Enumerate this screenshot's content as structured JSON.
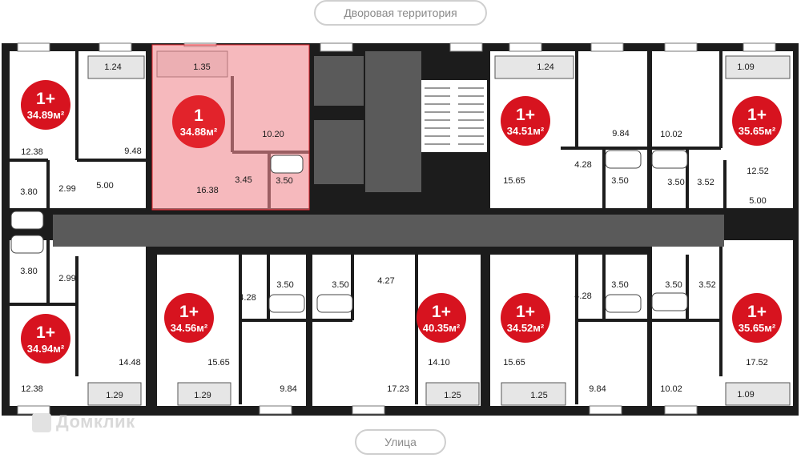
{
  "top_label": "Дворовая территория",
  "bottom_label": "Улица",
  "watermark": "Домклик",
  "colors": {
    "wall": "#1c1c1c",
    "corridor": "#5a5a5a",
    "highlight": "#f4a3a8",
    "badge": "#d7131f"
  },
  "selected_apartment": {
    "rooms": "1",
    "area": "34.88м²"
  },
  "apartments": [
    {
      "rooms": "1+",
      "area": "34.89м²"
    },
    {
      "rooms": "1+",
      "area": "34.94м²"
    },
    {
      "rooms": "1+",
      "area": "34.56м²"
    },
    {
      "rooms": "1+",
      "area": "40.35м²"
    },
    {
      "rooms": "1+",
      "area": "34.51м²"
    },
    {
      "rooms": "1+",
      "area": "34.52м²"
    },
    {
      "rooms": "1+",
      "area": "35.65м²"
    },
    {
      "rooms": "1+",
      "area": "35.65м²"
    }
  ],
  "room_areas": [
    "1.24",
    "1.35",
    "10.20",
    "12.38",
    "9.48",
    "2.99",
    "3.80",
    "5.00",
    "3.45",
    "3.50",
    "16.38",
    "3.80",
    "2.99",
    "12.38",
    "14.48",
    "1.29",
    "1.29",
    "3.50",
    "4.28",
    "15.65",
    "3.50",
    "4.27",
    "9.84",
    "17.23",
    "14.10",
    "1.25",
    "1.25",
    "1.24",
    "9.84",
    "4.28",
    "15.65",
    "3.50",
    "10.02",
    "3.50",
    "3.52",
    "12.52",
    "5.00",
    "1.09",
    "3.50",
    "4.28",
    "15.65",
    "3.50",
    "3.52",
    "9.84",
    "10.02",
    "17.52",
    "1.09"
  ]
}
